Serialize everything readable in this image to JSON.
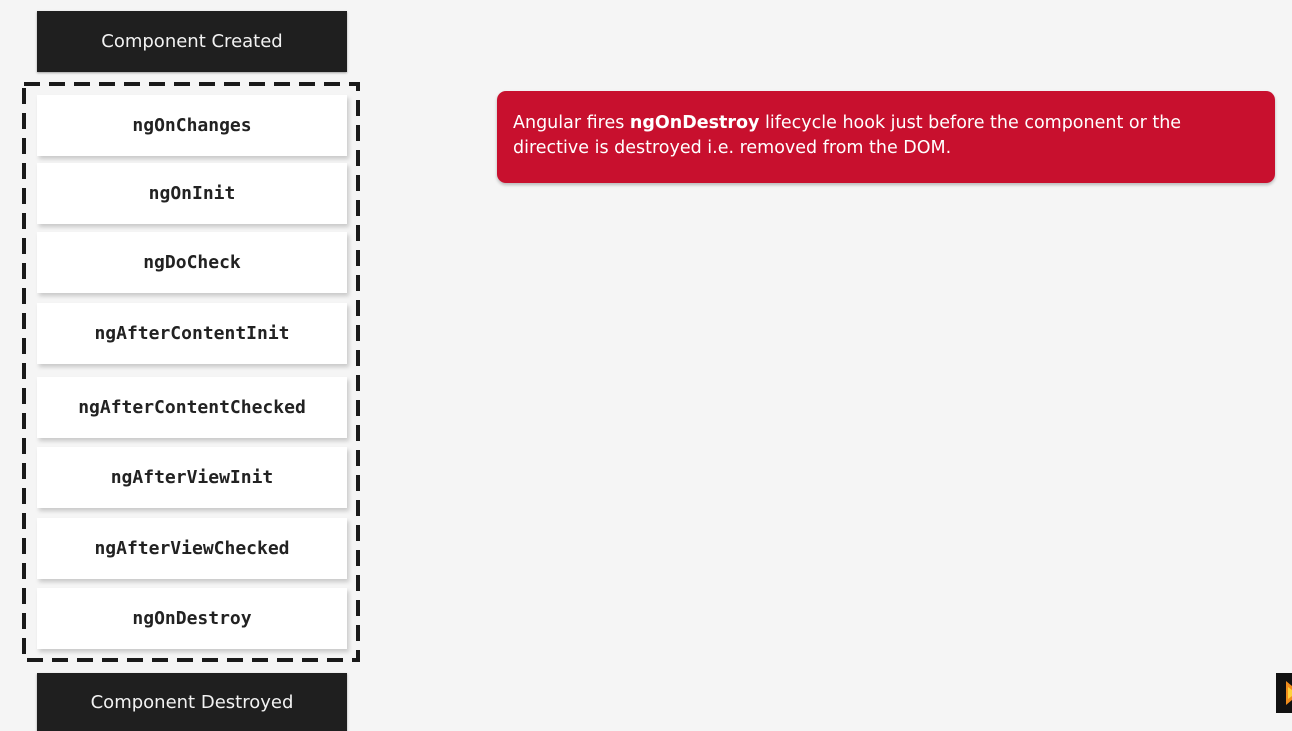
{
  "diagram": {
    "start_label": "Component Created",
    "end_label": "Component Destroyed",
    "hooks": [
      "ngOnChanges",
      "ngOnInit",
      "ngDoCheck",
      "ngAfterContentInit",
      "ngAfterContentChecked",
      "ngAfterViewInit",
      "ngAfterViewChecked",
      "ngOnDestroy"
    ]
  },
  "callout": {
    "prefix": "Angular fires ",
    "hook_name": "ngOnDestroy",
    "suffix": " lifecycle hook just before the component or the directive is destroyed i.e. removed from the DOM."
  },
  "colors": {
    "callout_bg": "#c8102e",
    "dark_box_bg": "#1f1f1f",
    "background": "#f5f5f5"
  },
  "icons": {
    "corner": "player-logo-icon"
  }
}
